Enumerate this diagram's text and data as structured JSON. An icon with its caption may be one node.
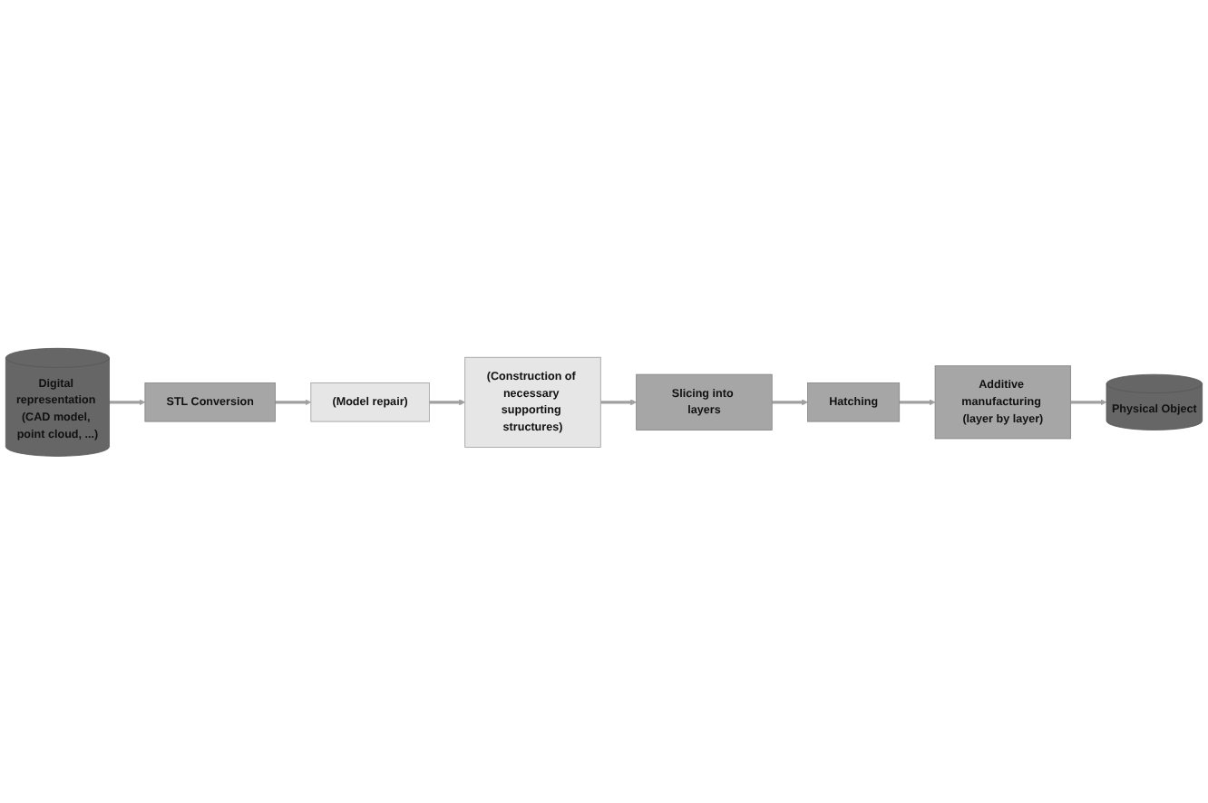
{
  "diagram": {
    "nodes": [
      {
        "text": [
          "Digital representation (CAD model, point cloud, ...)"
        ]
      },
      {
        "text": [
          "STL Conversion"
        ]
      },
      {
        "text": [
          "(Model repair)"
        ]
      },
      {
        "text": [
          "(Construction of necessary supporting structures)"
        ]
      },
      {
        "text": [
          "Slicing into layers"
        ]
      },
      {
        "text": [
          "Hatching"
        ]
      },
      {
        "text": [
          "Additive manufacturing (layer by layer)"
        ]
      },
      {
        "text": [
          "Physical Object"
        ]
      }
    ],
    "edges": [
      {
        "from": 0,
        "to": 1,
        "arrow": "to"
      },
      {
        "from": 1,
        "to": 2,
        "arrow": "to"
      },
      {
        "from": 2,
        "to": 3,
        "arrow": "to"
      },
      {
        "from": 3,
        "to": 4,
        "arrow": "to"
      },
      {
        "from": 4,
        "to": 5,
        "arrow": "to"
      },
      {
        "from": 5,
        "to": 6,
        "arrow": "to"
      },
      {
        "from": 6,
        "to": 7,
        "arrow": "to"
      }
    ]
  }
}
